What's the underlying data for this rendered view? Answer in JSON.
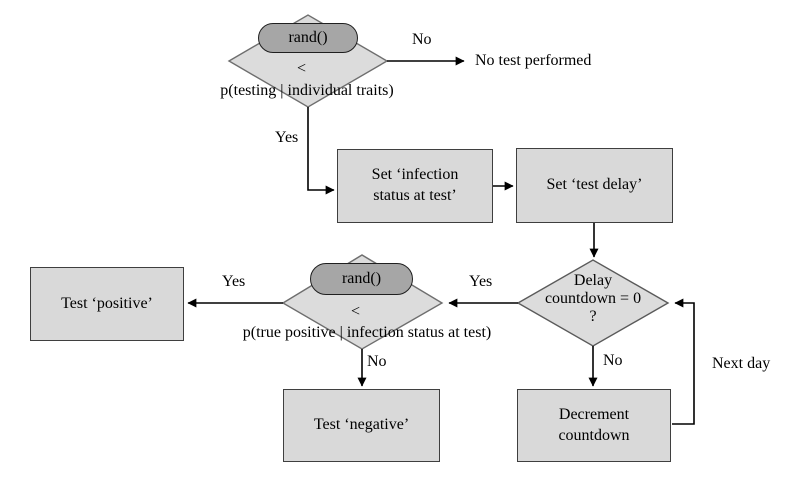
{
  "flowchart": {
    "decision_top": {
      "rand": "rand()",
      "operator": "<",
      "condition": "p(testing | individual traits)",
      "no_label": "No",
      "yes_label": "Yes",
      "no_outcome": "No test performed"
    },
    "process_set_infection": {
      "line1": "Set ‘infection",
      "line2": "status at test’"
    },
    "process_set_delay": {
      "label": "Set ‘test delay’"
    },
    "decision_delay": {
      "line1": "Delay",
      "line2": "countdown = 0",
      "line3": "?",
      "yes_label": "Yes",
      "no_label": "No",
      "loop_label": "Next day"
    },
    "decision_rand_bottom": {
      "rand": "rand()",
      "operator": "<",
      "condition": "p(true positive | infection status at test)",
      "yes_label": "Yes",
      "no_label": "No"
    },
    "terminal_test_positive": {
      "label": "Test ‘positive’"
    },
    "terminal_test_negative": {
      "label": "Test ‘negative’"
    },
    "process_decrement": {
      "line1": "Decrement",
      "line2": "countdown"
    },
    "colors": {
      "shape_fill": "#d9d9d9",
      "rand_fill": "#a6a6a6",
      "diamond_stroke": "#6e6e6e",
      "line": "#000000"
    }
  }
}
